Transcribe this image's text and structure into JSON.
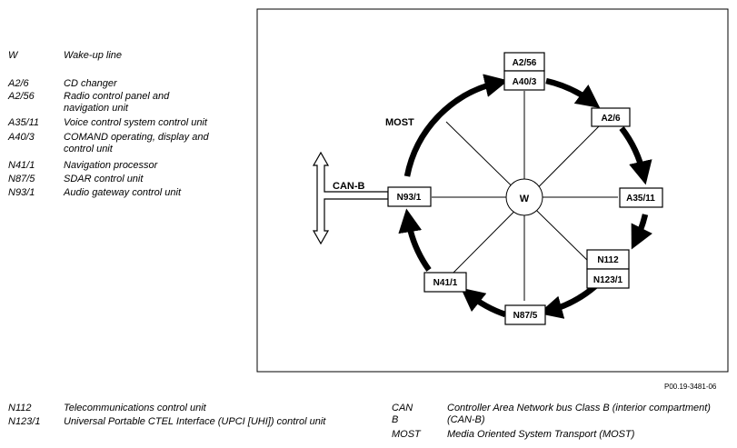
{
  "legend_top": [
    {
      "code": "W",
      "desc": "Wake-up line"
    },
    {
      "code": "A2/6",
      "desc": "CD changer"
    },
    {
      "code": "A2/56",
      "desc": "Radio control panel and navigation unit"
    },
    {
      "code": "A35/11",
      "desc": "Voice control system control unit"
    },
    {
      "code": "A40/3",
      "desc": "COMAND operating, display and control unit"
    },
    {
      "code": "N41/1",
      "desc": "Navigation processor"
    },
    {
      "code": "N87/5",
      "desc": "SDAR control unit"
    },
    {
      "code": "N93/1",
      "desc": "Audio gateway control unit"
    }
  ],
  "legend_bottom_left": [
    {
      "code": "N112",
      "desc": "Telecommunications control unit"
    },
    {
      "code": "N123/1",
      "desc": "Universal Portable CTEL Interface (UPCI [UHI]) control unit"
    }
  ],
  "legend_bottom_right": [
    {
      "code": "CAN B",
      "desc": "Controller Area Network bus Class B (interior compartment) (CAN-B)"
    },
    {
      "code": "MOST",
      "desc": "Media Oriented System Transport (MOST)"
    }
  ],
  "diagram": {
    "center": "W",
    "most_label": "MOST",
    "canb_label": "CAN-B",
    "nodes": {
      "a2_56": "A2/56",
      "a40_3": "A40/3",
      "a2_6": "A2/6",
      "a35_11": "A35/11",
      "n112": "N112",
      "n123_1": "N123/1",
      "n87_5": "N87/5",
      "n41_1": "N41/1",
      "n93_1": "N93/1"
    }
  },
  "reference": "P00.19-3481-06"
}
